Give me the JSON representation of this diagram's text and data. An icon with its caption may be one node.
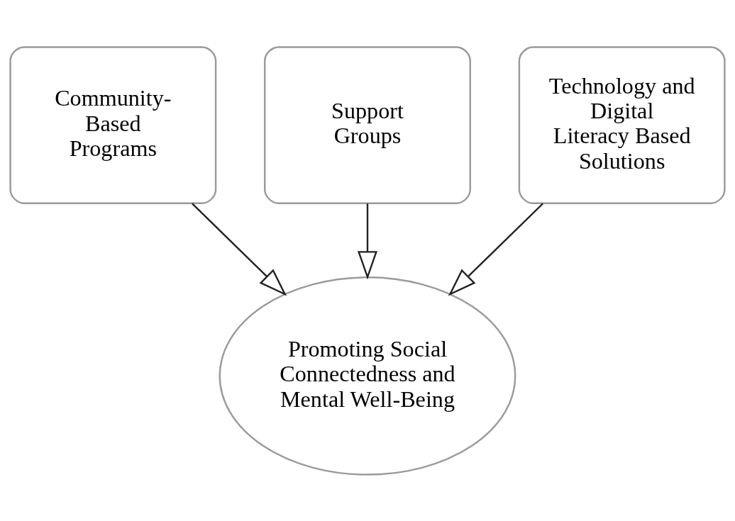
{
  "diagram": {
    "nodes": [
      {
        "text": [
          "Support Groups"
        ]
      },
      {
        "text": [
          "Community-Based Programs"
        ]
      },
      {
        "text": [
          "Technology and Digital Literacy Based Solutions"
        ]
      },
      {
        "text": [
          "Promoting Social Connectedness and Mental Well-Being"
        ]
      }
    ],
    "edges": [
      {
        "from": 1,
        "to": 3,
        "arrow": "to"
      },
      {
        "from": 0,
        "to": 3,
        "arrow": "to"
      },
      {
        "from": 2,
        "to": 3,
        "arrow": "to"
      }
    ]
  }
}
